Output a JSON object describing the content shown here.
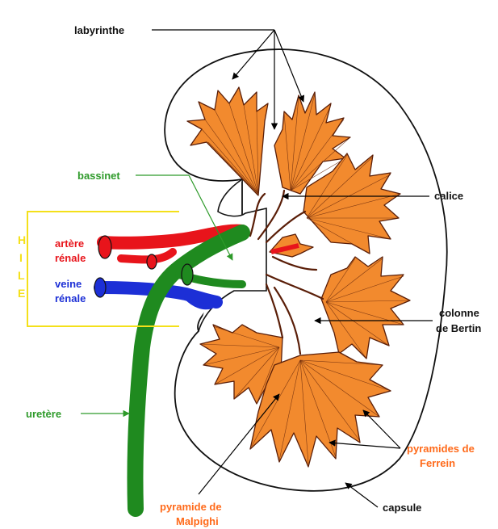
{
  "diagram": {
    "labels": {
      "labyrinthe": "labyrinthe",
      "bassinet": "bassinet",
      "calice": "calice",
      "artere_line1": "artère",
      "artere_line2": "rénale",
      "veine_line1": "veine",
      "veine_line2": "rénale",
      "colonne_line1": "colonne",
      "colonne_line2": "de Bertin",
      "uretere": "uretère",
      "pyramides_line1": "pyramides de",
      "pyramides_line2": "Ferrein",
      "pyramide_line1": "pyramide  de",
      "pyramide_line2": "Malpighi",
      "capsule": "capsule",
      "hile": [
        "H",
        "I",
        "L",
        "E"
      ]
    },
    "colors": {
      "pyramid_fill": "#f28a2e",
      "artery": "#e8141b",
      "vein": "#1c2fd6",
      "ureter": "#1f8a1f",
      "hile_bracket": "#f4e01a",
      "label_green": "#2e9a2a",
      "label_orange": "#ff6a1a"
    }
  }
}
